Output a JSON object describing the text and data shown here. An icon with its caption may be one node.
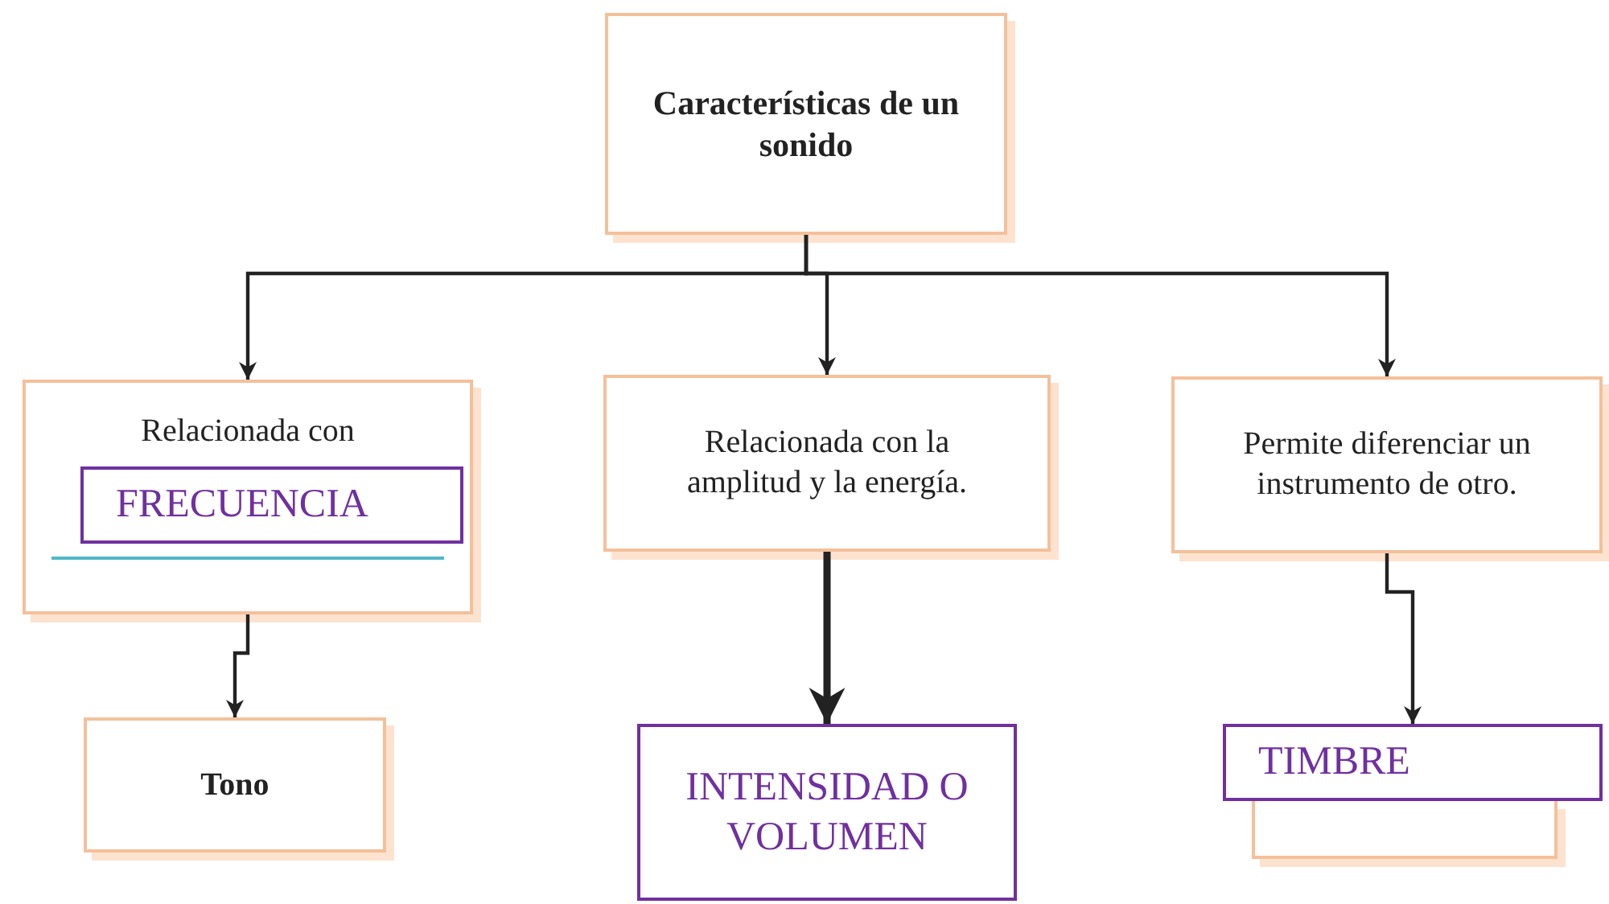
{
  "diagram": {
    "nodes": [
      {
        "text": [
          "Características de un sonido"
        ]
      },
      {
        "text": [
          "Relacionada con"
        ]
      },
      {
        "text": [
          "FRECUENCIA"
        ],
        "in": 1
      },
      {
        "text": [
          "Relacionada con la amplitud y la energía."
        ]
      },
      {
        "text": [
          "Permite diferenciar un instrumento de otro."
        ]
      },
      {
        "text": [
          "Tono"
        ]
      },
      {
        "text": [
          "INTENSIDAD O VOLUMEN"
        ]
      },
      {
        "text": [
          "TIMBRE"
        ]
      },
      {
        "text": [],
        "shape": "box"
      }
    ],
    "edges": [
      {
        "from": 0,
        "to": 1,
        "arrow": "to"
      },
      {
        "from": 0,
        "to": 3,
        "arrow": "to"
      },
      {
        "from": 0,
        "to": 4,
        "arrow": "to"
      },
      {
        "from": 1,
        "to": 5,
        "arrow": "to"
      },
      {
        "from": 3,
        "to": 6,
        "arrow": "to",
        "style": "thick"
      },
      {
        "from": 4,
        "to": 7,
        "arrow": "to"
      }
    ]
  }
}
